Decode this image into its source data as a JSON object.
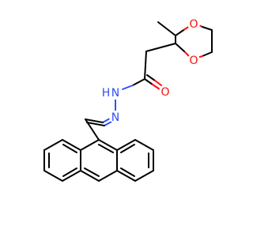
{
  "molecule": {
    "colors": {
      "carbon_bond": "#000000",
      "oxygen": "#ff0d0d",
      "nitrogen": "#3050f8",
      "background": "#ffffff"
    },
    "atoms": {
      "o_ring_top": "O",
      "o_ring_bottom": "O",
      "o_carbonyl": "O",
      "n_amide": "N",
      "h_amide": "H",
      "n_imine": "N"
    }
  }
}
